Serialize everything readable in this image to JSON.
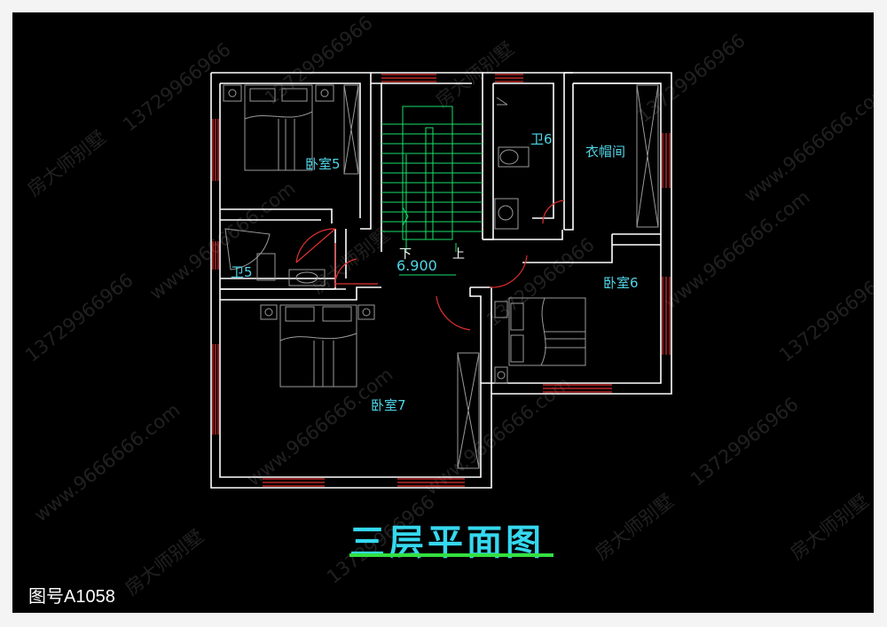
{
  "title": "三层平面图",
  "drawing_id": "图号A1058",
  "rooms": {
    "bedroom5": "卧室5",
    "bedroom6": "卧室6",
    "bedroom7": "卧室7",
    "bath5": "卫5",
    "bath6": "卫6",
    "closet": "衣帽间"
  },
  "stair": {
    "down": "下",
    "up": "上",
    "elevation": "6.900"
  },
  "watermarks": [
    "13729966966",
    "房大师别墅",
    "www.9666666.com"
  ],
  "colors": {
    "background": "#000000",
    "walls": "#ffffff",
    "windows": "#e03030",
    "labels": "#4fd6e8",
    "stairs": "#19e06a",
    "title_underline": "#34e040"
  }
}
